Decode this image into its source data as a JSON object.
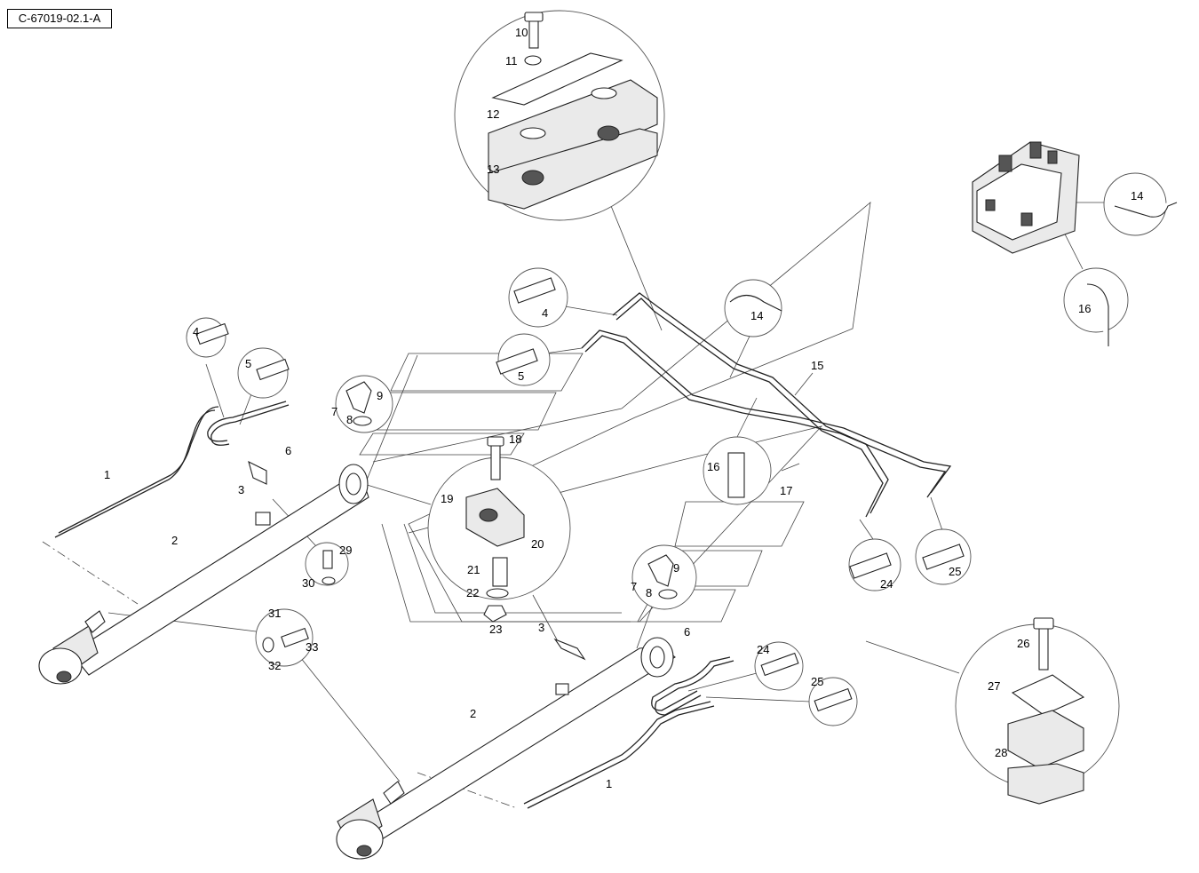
{
  "drawing_reference": "C-67019-02.1-A",
  "callouts": {
    "c1": "1",
    "c2": "2",
    "c3": "3",
    "c4": "4",
    "c5": "5",
    "c6": "6",
    "c7": "7",
    "c8": "8",
    "c9": "9",
    "c10": "10",
    "c11": "11",
    "c12": "12",
    "c13": "13",
    "c14": "14",
    "c15": "15",
    "c16": "16",
    "c17": "17",
    "c18": "18",
    "c19": "19",
    "c20": "20",
    "c21": "21",
    "c22": "22",
    "c23": "23",
    "c24": "24",
    "c25": "25",
    "c26": "26",
    "c27": "27",
    "c28": "28",
    "c29": "29",
    "c30": "30",
    "c31": "31",
    "c32": "32",
    "c33": "33"
  }
}
